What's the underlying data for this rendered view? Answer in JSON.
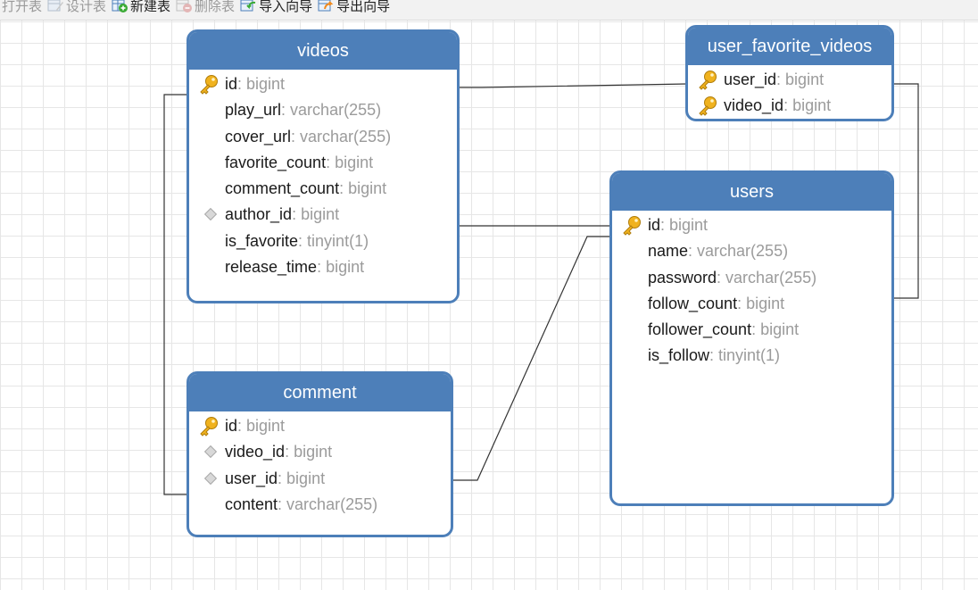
{
  "toolbar": {
    "items": [
      {
        "label": "打开表",
        "icon": "open-table-icon",
        "enabled": false
      },
      {
        "label": "设计表",
        "icon": "design-table-icon",
        "enabled": false
      },
      {
        "label": "新建表",
        "icon": "new-table-icon",
        "enabled": true
      },
      {
        "label": "删除表",
        "icon": "delete-table-icon",
        "enabled": false
      },
      {
        "label": "导入向导",
        "icon": "import-wizard-icon",
        "enabled": true
      },
      {
        "label": "导出向导",
        "icon": "export-wizard-icon",
        "enabled": true
      }
    ]
  },
  "colors": {
    "header": "#4d7fb9",
    "type": "#9b9b9b",
    "key": "#f0b21e"
  },
  "tables": {
    "videos": {
      "title": "videos",
      "fields": [
        {
          "name": "id",
          "type": ": bigint",
          "key": "primary-key-icon"
        },
        {
          "name": "play_url",
          "type": ": varchar(255)",
          "key": ""
        },
        {
          "name": "cover_url",
          "type": ": varchar(255)",
          "key": ""
        },
        {
          "name": "favorite_count",
          "type": ": bigint",
          "key": ""
        },
        {
          "name": "comment_count",
          "type": ": bigint",
          "key": ""
        },
        {
          "name": "author_id",
          "type": ": bigint",
          "key": "foreign-key-icon"
        },
        {
          "name": "is_favorite",
          "type": ": tinyint(1)",
          "key": ""
        },
        {
          "name": "release_time",
          "type": ": bigint",
          "key": ""
        }
      ]
    },
    "user_favorite_videos": {
      "title": "user_favorite_videos",
      "fields": [
        {
          "name": "user_id",
          "type": ": bigint",
          "key": "primary-key-icon"
        },
        {
          "name": "video_id",
          "type": ": bigint",
          "key": "primary-key-icon"
        }
      ]
    },
    "users": {
      "title": "users",
      "fields": [
        {
          "name": "id",
          "type": ": bigint",
          "key": "primary-key-icon"
        },
        {
          "name": "name",
          "type": ": varchar(255)",
          "key": ""
        },
        {
          "name": "password",
          "type": ": varchar(255)",
          "key": ""
        },
        {
          "name": "follow_count",
          "type": ": bigint",
          "key": ""
        },
        {
          "name": "follower_count",
          "type": ": bigint",
          "key": ""
        },
        {
          "name": "is_follow",
          "type": ": tinyint(1)",
          "key": ""
        }
      ]
    },
    "comment": {
      "title": "comment",
      "fields": [
        {
          "name": "id",
          "type": ": bigint",
          "key": "primary-key-icon"
        },
        {
          "name": "video_id",
          "type": ": bigint",
          "key": "foreign-key-icon"
        },
        {
          "name": "user_id",
          "type": ": bigint",
          "key": "foreign-key-icon"
        },
        {
          "name": "content",
          "type": ": varchar(255)",
          "key": ""
        }
      ]
    }
  }
}
